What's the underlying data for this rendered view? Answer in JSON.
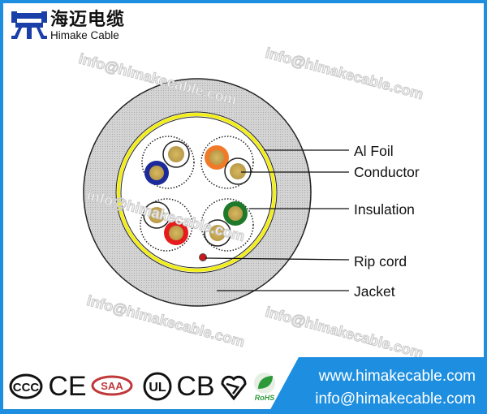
{
  "logo": {
    "chinese": "海迈电缆",
    "english": "Himake Cable"
  },
  "watermark": "info@himakecable.com",
  "labels": {
    "al_foil": "Al Foil",
    "conductor": "Conductor",
    "insulation": "Insulation",
    "rip_cord": "Rip cord",
    "jacket": "Jacket"
  },
  "certifications": {
    "ccc": "CCC",
    "ce": "CE",
    "saa": "SAA",
    "ul": "UL",
    "cb": "CB",
    "rohs": "RoHS"
  },
  "footer": {
    "website": "www.himakecable.com",
    "email": "info@himakecable.com"
  },
  "colors": {
    "brand_blue": "#1e8fe0",
    "logo_blue": "#1a3fa8",
    "foil_yellow": "#f2ee1a"
  }
}
